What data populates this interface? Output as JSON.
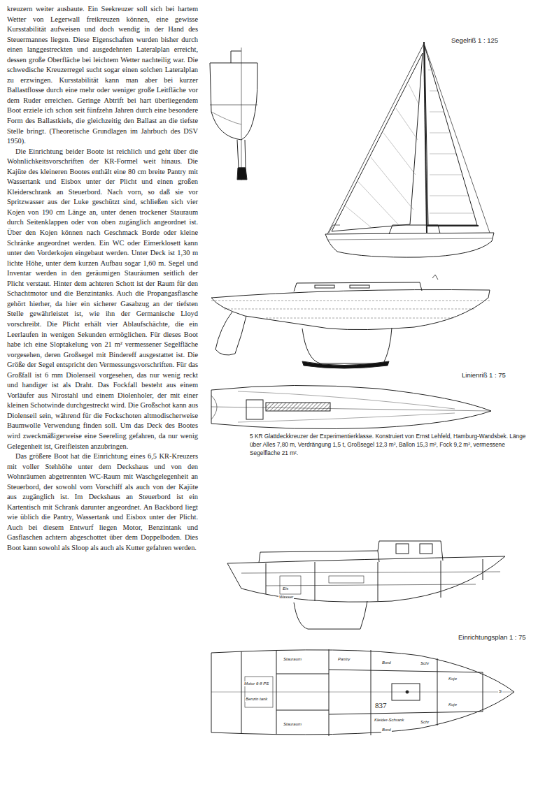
{
  "diagram": {
    "caption": "5 KR Glattdeckkreuzer der Experimentierklasse. Konstruiert von Ernst Lehfeld, Hamburg-Wandsbek. Länge über Alles 7,80 m, Verdrängung 1,5 t, Großsegel 12,3 m², Ballon 15,3 m², Fock 9,2 m², vermessene Segelfläche 21 m².",
    "labels": [
      "kreuzern weiter ausbaute. Ein Seekreuzer soll sich bei hartem Wetter von Legerwall freikreuzen können, eine gewisse Kursstabilität aufweisen und doch wendig in der Hand des Steuermannes liegen. Diese Eigenschaften wurden bisher durch einen langgestreckten und ausgedehnten Lateralplan erreicht, dessen große Oberfläche bei leichtem Wetter nachteilig war. Die schwedische Kreuzerregel sucht sogar einen solchen Lateralplan zu erzwingen. Kursstabilität kann man aber bei kurzer Ballastflosse durch eine mehr oder weniger große Leitfläche vor dem Ruder erreichen. Geringe Abtrift bei hart überliegendem Boot erziele ich schon seit fünfzehn Jahren durch eine besondere Form des Ballastkiels, die gleichzeitig den Ballast an die tiefste Stelle bringt. (Theoretische Grundlagen im Jahrbuch des DSV 1950).",
      "Die Einrichtung beider Boote ist reichlich und geht über die Wohnlichkeitsvorschriften der KR-Formel weit hinaus. Die Kajüte des kleineren Bootes enthält eine 80 cm breite Pantry mit Wassertank und Eisbox unter der Plicht und einen großen Kleiderschrank an Steuerbord. Nach vorn, so daß sie vor Spritzwasser aus der Luke geschützt sind, schließen sich vier Kojen von 190 cm Länge an, unter denen trockener Stauraum durch Seitenklappen oder von oben zugänglich angeordnet ist. Über den Kojen können nach Geschmack Borde oder kleine Schränke angeordnet werden. Ein WC oder Eimerklosett kann unter den Vorderkojen eingebaut werden. Unter Deck ist 1,30 m lichte Höhe, unter dem kurzen Aufbau sogar 1,60 m. Segel und Inventar werden in den geräumigen Stauräumen seitlich der Plicht verstaut. Hinter dem achteren Schott ist der Raum für den Schachtmotor und die Benzintanks. Auch die Propangasflasche gehört hierher, da hier ein sicherer Gasabzug an der tiefsten Stelle gewährleistet ist, wie ihn der Germanische Lloyd vorschreibt. Die Plicht erhält vier Ablaufschächte, die ein Leerlaufen in wenigen Sekunden ermöglichen. Für dieses Boot habe ich eine Sloptakelung von 21 m² vermessener Segelfläche vorgesehen, deren Großsegel mit Bindereff ausgestattet ist. Die Größe der Segel entspricht den Vermessungsvorschriften. Für das Großfall ist 6 mm Diolenseil vorgesehen, das nur wenig reckt und handiger ist als Draht. Das Fockfall besteht aus einem Vorläufer aus Nirostahl und einem Diolenholer, der mit einer kleinen Schotwinde durchgestreckt wird. Die Großschot kann aus Diolenseil sein, während für die Fockschoten altmodischerweise Baumwolle Verwendung finden soll. Um das Deck des Bootes wird zweckmäßigerweise eine Seereling gefahren, da nur wenig Gelegenheit ist, Greifleisten anzubringen.",
      "Das größere Boot hat die Einrichtung eines 6,5 KR-Kreuzers mit voller Stehhöhe unter dem Deckshaus und von den Wohnräumen abgetrennten WC-Raum mit Waschgelegenheit an Steuerbord, der sowohl vom Vorschiff als auch von der Kajüte aus zugänglich ist. Im Deckshaus an Steuerbord ist ein Kartentisch mit Schrank darunter angeordnet. An Backbord liegt wie üblich die Pantry, Wassertank und Eisbox unter der Plicht. Auch bei diesem Entwurf liegen Motor, Benzintank und Gasflaschen achtern abgeschottet über dem Doppelboden. Dies Boot kann sowohl als Sloop als auch als Kutter gefahren werden.",
      "Segelriß 1 : 125",
      "Linienriß 1 : 75",
      "Einrichtungsplan 1 : 75",
      "837",
      "Eis",
      "Wasser",
      "Stauraum",
      "Pantry",
      "Bord",
      "Schr",
      "Koje",
      "Motor 6-8 PS",
      "Benzin tank",
      "Stauraum",
      "Kleider-Schrank",
      "Bord",
      "Schr",
      "Koje",
      "S"
    ]
  }
}
